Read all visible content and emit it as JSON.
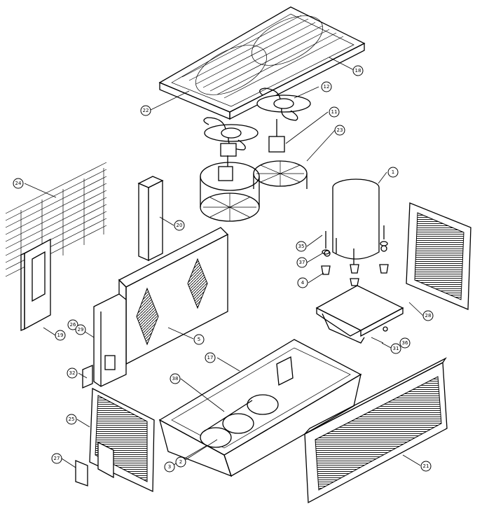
{
  "callouts": [
    {
      "id": "c18",
      "label": "18"
    },
    {
      "id": "c22",
      "label": "22"
    },
    {
      "id": "c12",
      "label": "12"
    },
    {
      "id": "c11",
      "label": "11"
    },
    {
      "id": "c23",
      "label": "23"
    },
    {
      "id": "c1",
      "label": "1"
    },
    {
      "id": "c24",
      "label": "24"
    },
    {
      "id": "c20",
      "label": "20"
    },
    {
      "id": "c35",
      "label": "35"
    },
    {
      "id": "c37",
      "label": "37"
    },
    {
      "id": "c4",
      "label": "4"
    },
    {
      "id": "c28",
      "label": "28"
    },
    {
      "id": "c19",
      "label": "19"
    },
    {
      "id": "c26",
      "label": "26"
    },
    {
      "id": "c29",
      "label": "29"
    },
    {
      "id": "c5",
      "label": "5"
    },
    {
      "id": "c31",
      "label": "31"
    },
    {
      "id": "c36",
      "label": "36"
    },
    {
      "id": "c17",
      "label": "17"
    },
    {
      "id": "c32",
      "label": "32"
    },
    {
      "id": "c38",
      "label": "38"
    },
    {
      "id": "c25",
      "label": "25"
    },
    {
      "id": "c3",
      "label": "3"
    },
    {
      "id": "c2",
      "label": "2"
    },
    {
      "id": "c27",
      "label": "27"
    },
    {
      "id": "c21",
      "label": "21"
    }
  ]
}
